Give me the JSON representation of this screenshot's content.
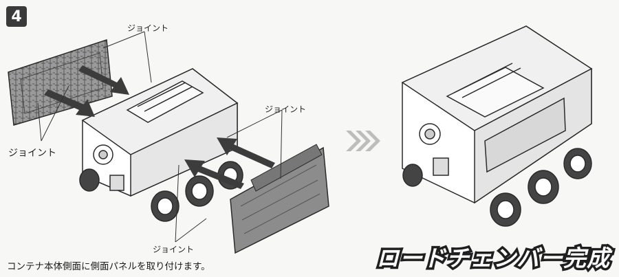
{
  "step": {
    "number": "4"
  },
  "labels": {
    "joint_top": "ジョイント",
    "joint_left": "ジョイント",
    "joint_right": "ジョイント",
    "joint_bottom": "ジョイント"
  },
  "instruction": "コンテナ本体側面に側面パネルを取り付けます。",
  "completion_title": "ロードチェンバー完成",
  "colors": {
    "ink": "#2a2a2a",
    "panel_gray": "#8a8a8a",
    "arrow": "#3c3c3c",
    "chevron": "#bdbdbd"
  }
}
